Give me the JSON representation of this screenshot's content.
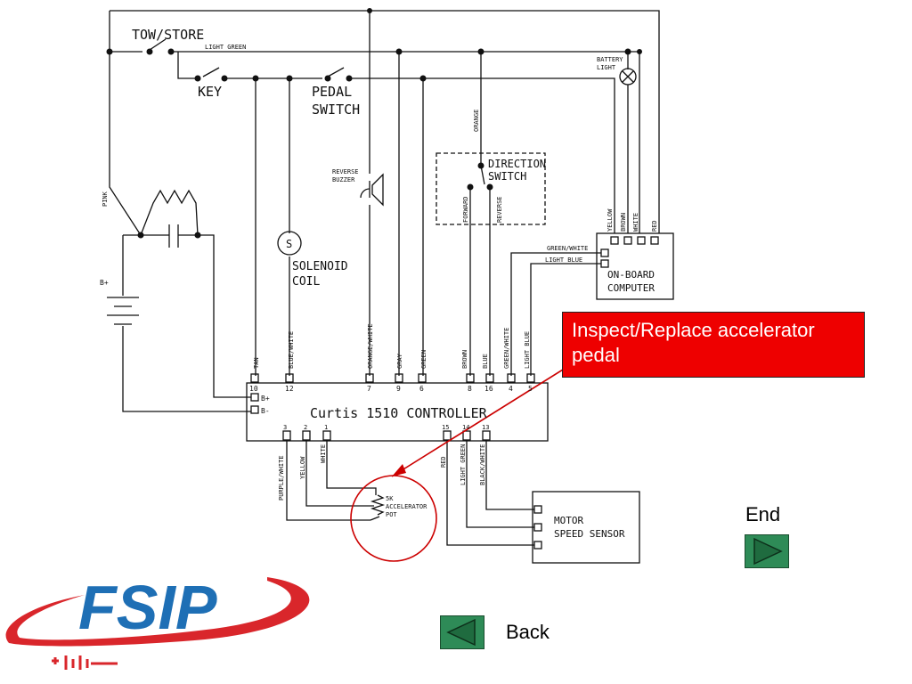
{
  "diagram": {
    "tow_store": "TOW/STORE",
    "light_green_top": "LIGHT GREEN",
    "key": "KEY",
    "pedal_switch_1": "PEDAL",
    "pedal_switch_2": "SWITCH",
    "battery_light_1": "BATTERY",
    "battery_light_2": "LIGHT",
    "pink": "PINK",
    "b_plus": "B+",
    "reverse_buzzer_1": "REVERSE",
    "reverse_buzzer_2": "BUZZER",
    "orange": "ORANGE",
    "direction_switch_1": "DIRECTION",
    "direction_switch_2": "SWITCH",
    "forward": "FORWARD",
    "reverse": "REVERSE",
    "solenoid_symbol": "S",
    "solenoid_1": "SOLENOID",
    "solenoid_2": "COIL",
    "computer_wires": [
      "YELLOW",
      "BROWN",
      "WHITE",
      "RED"
    ],
    "green_white_side": "GREEN/WHITE",
    "light_blue_side": "LIGHT BLUE",
    "onboard_1": "ON-BOARD",
    "onboard_2": "COMPUTER",
    "controller_wires": [
      {
        "label": "TAN",
        "pin": "10"
      },
      {
        "label": "BLUE/WHITE",
        "pin": "12"
      },
      {
        "label": "ORANGE/WHITE",
        "pin": "7"
      },
      {
        "label": "GRAY",
        "pin": "9"
      },
      {
        "label": "GREEN",
        "pin": "6"
      },
      {
        "label": "BROWN",
        "pin": "8"
      },
      {
        "label": "BLUE",
        "pin": "16"
      },
      {
        "label": "GREEN/WHITE",
        "pin": "4"
      },
      {
        "label": "LIGHT BLUE",
        "pin": "5"
      }
    ],
    "controller_b_plus": "B+",
    "controller_b_minus": "B-",
    "controller_name": "Curtis 1510 CONTROLLER",
    "bottom_wires": [
      {
        "label": "PURPLE/WHITE",
        "pin": "3"
      },
      {
        "label": "YELLOW",
        "pin": "2"
      },
      {
        "label": "WHITE",
        "pin": "1"
      },
      {
        "label": "RED",
        "pin": "15"
      },
      {
        "label": "LIGHT GREEN",
        "pin": "14"
      },
      {
        "label": "BLACK/WHITE",
        "pin": "13"
      }
    ],
    "pot_1": "5K",
    "pot_2": "ACCELERATOR",
    "pot_3": "POT",
    "motor_1": "MOTOR",
    "motor_2": "SPEED SENSOR"
  },
  "callout": {
    "text": "Inspect/Replace accelerator pedal",
    "color": "#ee0000"
  },
  "nav": {
    "end_label": "End",
    "back_label": "Back",
    "button_color": "#2e8b57"
  },
  "logo": {
    "text": "FSIP",
    "color_text": "#1e6fb5",
    "color_swoosh": "#d9262b"
  }
}
